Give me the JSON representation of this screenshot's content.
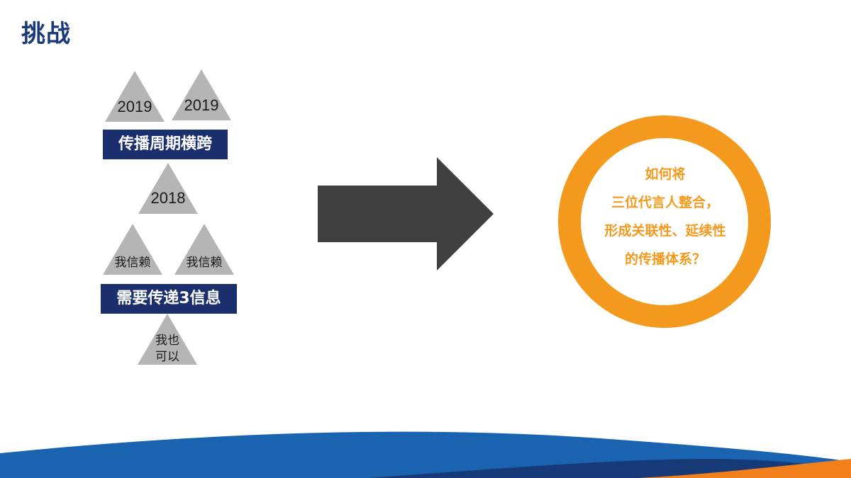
{
  "slide": {
    "title": "挑战"
  },
  "pyramid": {
    "triangles_top": [
      "2019",
      "2019"
    ],
    "banner_top": "传播周期横跨",
    "triangle_middle": "2018",
    "triangles_lower": [
      "我信赖",
      "我信赖"
    ],
    "banner_bottom": "需要传递3信息",
    "triangle_bottom": [
      "我也",
      "可以"
    ]
  },
  "circle": {
    "lines": [
      "如何将",
      "三位代言人整合，",
      "形成关联性、延续性",
      "的传播体系？"
    ]
  },
  "colors": {
    "title": "#1b3a7a",
    "banner": "#1b2f6e",
    "triangle": "#b5b5b5",
    "arrow": "#404040",
    "ring": "#f39a1e",
    "wave_blue": "#1a63b0",
    "wave_navy": "#163a78",
    "wave_orange": "#f07f1c"
  }
}
